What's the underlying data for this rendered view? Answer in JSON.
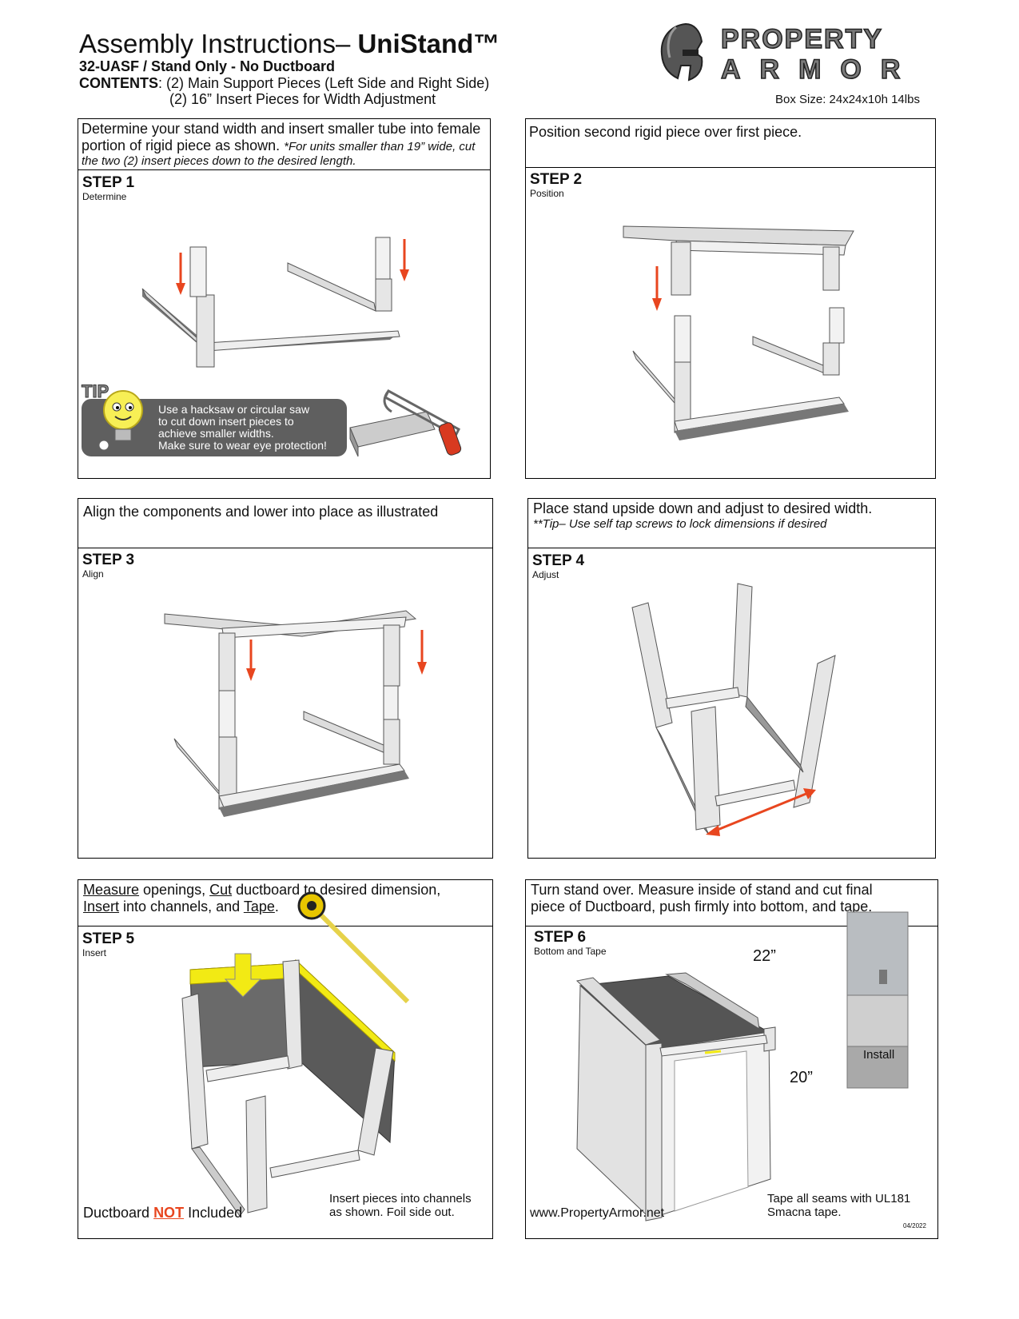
{
  "header": {
    "title_prefix": "Assembly Instructions– ",
    "title_product": "UniStand™",
    "subtitle": "32-UASF / Stand Only - No Ductboard",
    "contents_label": "CONTENTS",
    "contents_line1": ": (2) Main Support Pieces (Left Side and Right Side)",
    "contents_line2": "(2) 16” Insert Pieces for Width Adjustment",
    "box_size": "Box Size: 24x24x10h  14lbs",
    "brand_line1": "PROPERTY",
    "brand_line2": "ARMOR"
  },
  "steps": [
    {
      "header_text": "Determine your stand width and insert smaller tube into female portion of rigid piece as shown. ",
      "header_note": "*For units smaller than 19” wide, cut the two (2) insert pieces down to the desired length.",
      "label": "STEP 1",
      "sublabel": "Determine",
      "tip_label": "TIP",
      "tip_lines": [
        "Use a hacksaw or circular saw",
        "to cut down insert pieces to",
        "achieve smaller widths.",
        "Make sure to wear eye protection!"
      ]
    },
    {
      "header_text": "Position second rigid piece over first piece.",
      "label": "STEP 2",
      "sublabel": "Position"
    },
    {
      "header_text": "Align the components and lower into place as illustrated",
      "label": "STEP 3",
      "sublabel": "Align"
    },
    {
      "header_text": "Place stand upside down and adjust to desired width.",
      "header_note": "**Tip– Use self tap screws to lock dimensions if desired",
      "label": "STEP 4",
      "sublabel": "Adjust"
    },
    {
      "header_words": [
        "Measure",
        " openings, ",
        "Cut",
        " ductboard to desired dimension,",
        "Insert",
        " into channels, and ",
        "Tape",
        "."
      ],
      "label": "STEP 5",
      "sublabel": "Insert",
      "footer_prefix": "Ductboard ",
      "footer_highlight": "NOT",
      "footer_suffix": " Included",
      "caption_line1": "Insert pieces into channels",
      "caption_line2": "as shown. Foil side out."
    },
    {
      "header_line1": "Turn stand over. Measure inside of stand and cut final",
      "header_line2": "piece of Ductboard, push firmly into bottom, and tape.",
      "label": "STEP 6",
      "sublabel": "Bottom and Tape",
      "dim_top": "22”",
      "dim_side": "20”",
      "install_label": "Install",
      "website": "www.PropertyArmor.net",
      "caption_line1": "Tape all seams with UL181",
      "caption_line2": "Smacna tape.",
      "date_code": "04/2022"
    }
  ],
  "colors": {
    "arrow": "#e8461f",
    "yellow": "#f2ea14",
    "tip_bg": "#5f5f5f",
    "metal": "#e4e4e4",
    "board": "#5a5a5a"
  }
}
